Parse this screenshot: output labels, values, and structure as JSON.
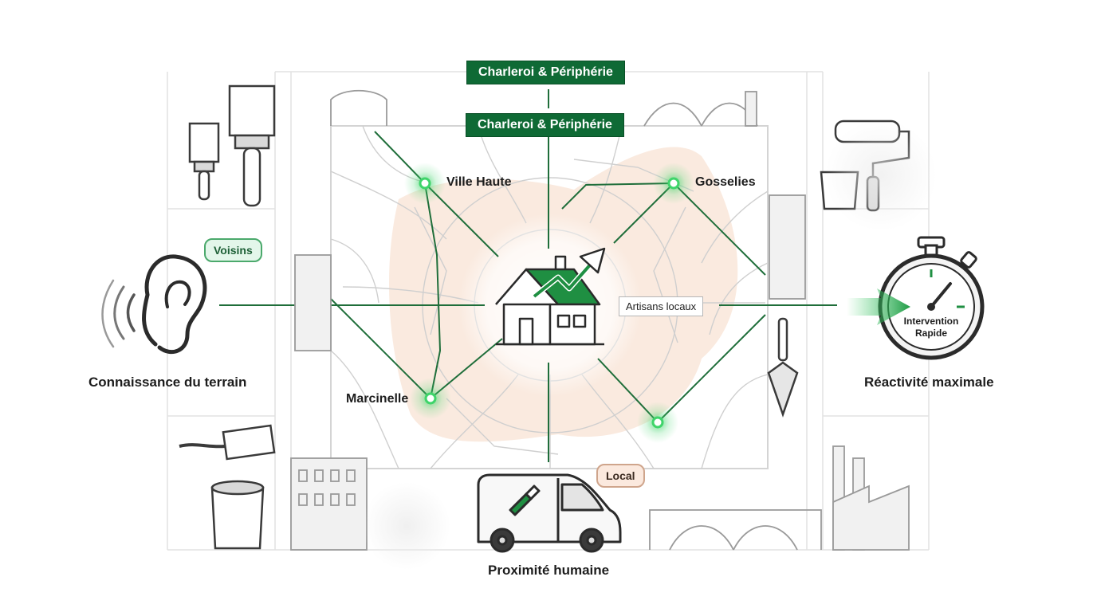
{
  "header": {
    "region_tag_top": "Charleroi & Périphérie",
    "region_tag_main": "Charleroi & Périphérie"
  },
  "districts": {
    "ville_haute": "Ville Haute",
    "gosselies": "Gosselies",
    "marcinelle": "Marcinelle"
  },
  "center": {
    "artisans_label": "Artisans locaux"
  },
  "left": {
    "caption": "Connaissance du terrain",
    "bubble": "Voisins"
  },
  "right": {
    "caption": "Réactivité maximale",
    "stopwatch_line1": "Intervention",
    "stopwatch_line2": "Rapide"
  },
  "bottom": {
    "caption": "Proximité humaine",
    "bubble": "Local"
  },
  "colors": {
    "brand_green": "#0f6a35",
    "node_glow": "#3fd46a",
    "map_tint": "#f6d9c4",
    "line_gray": "#c8c8c8"
  },
  "icons": [
    "ear-icon",
    "stopwatch-icon",
    "house-growth-icon",
    "van-icon",
    "paintbrush-icon",
    "paint-roller-icon",
    "paint-bucket-icon",
    "trowel-icon"
  ]
}
